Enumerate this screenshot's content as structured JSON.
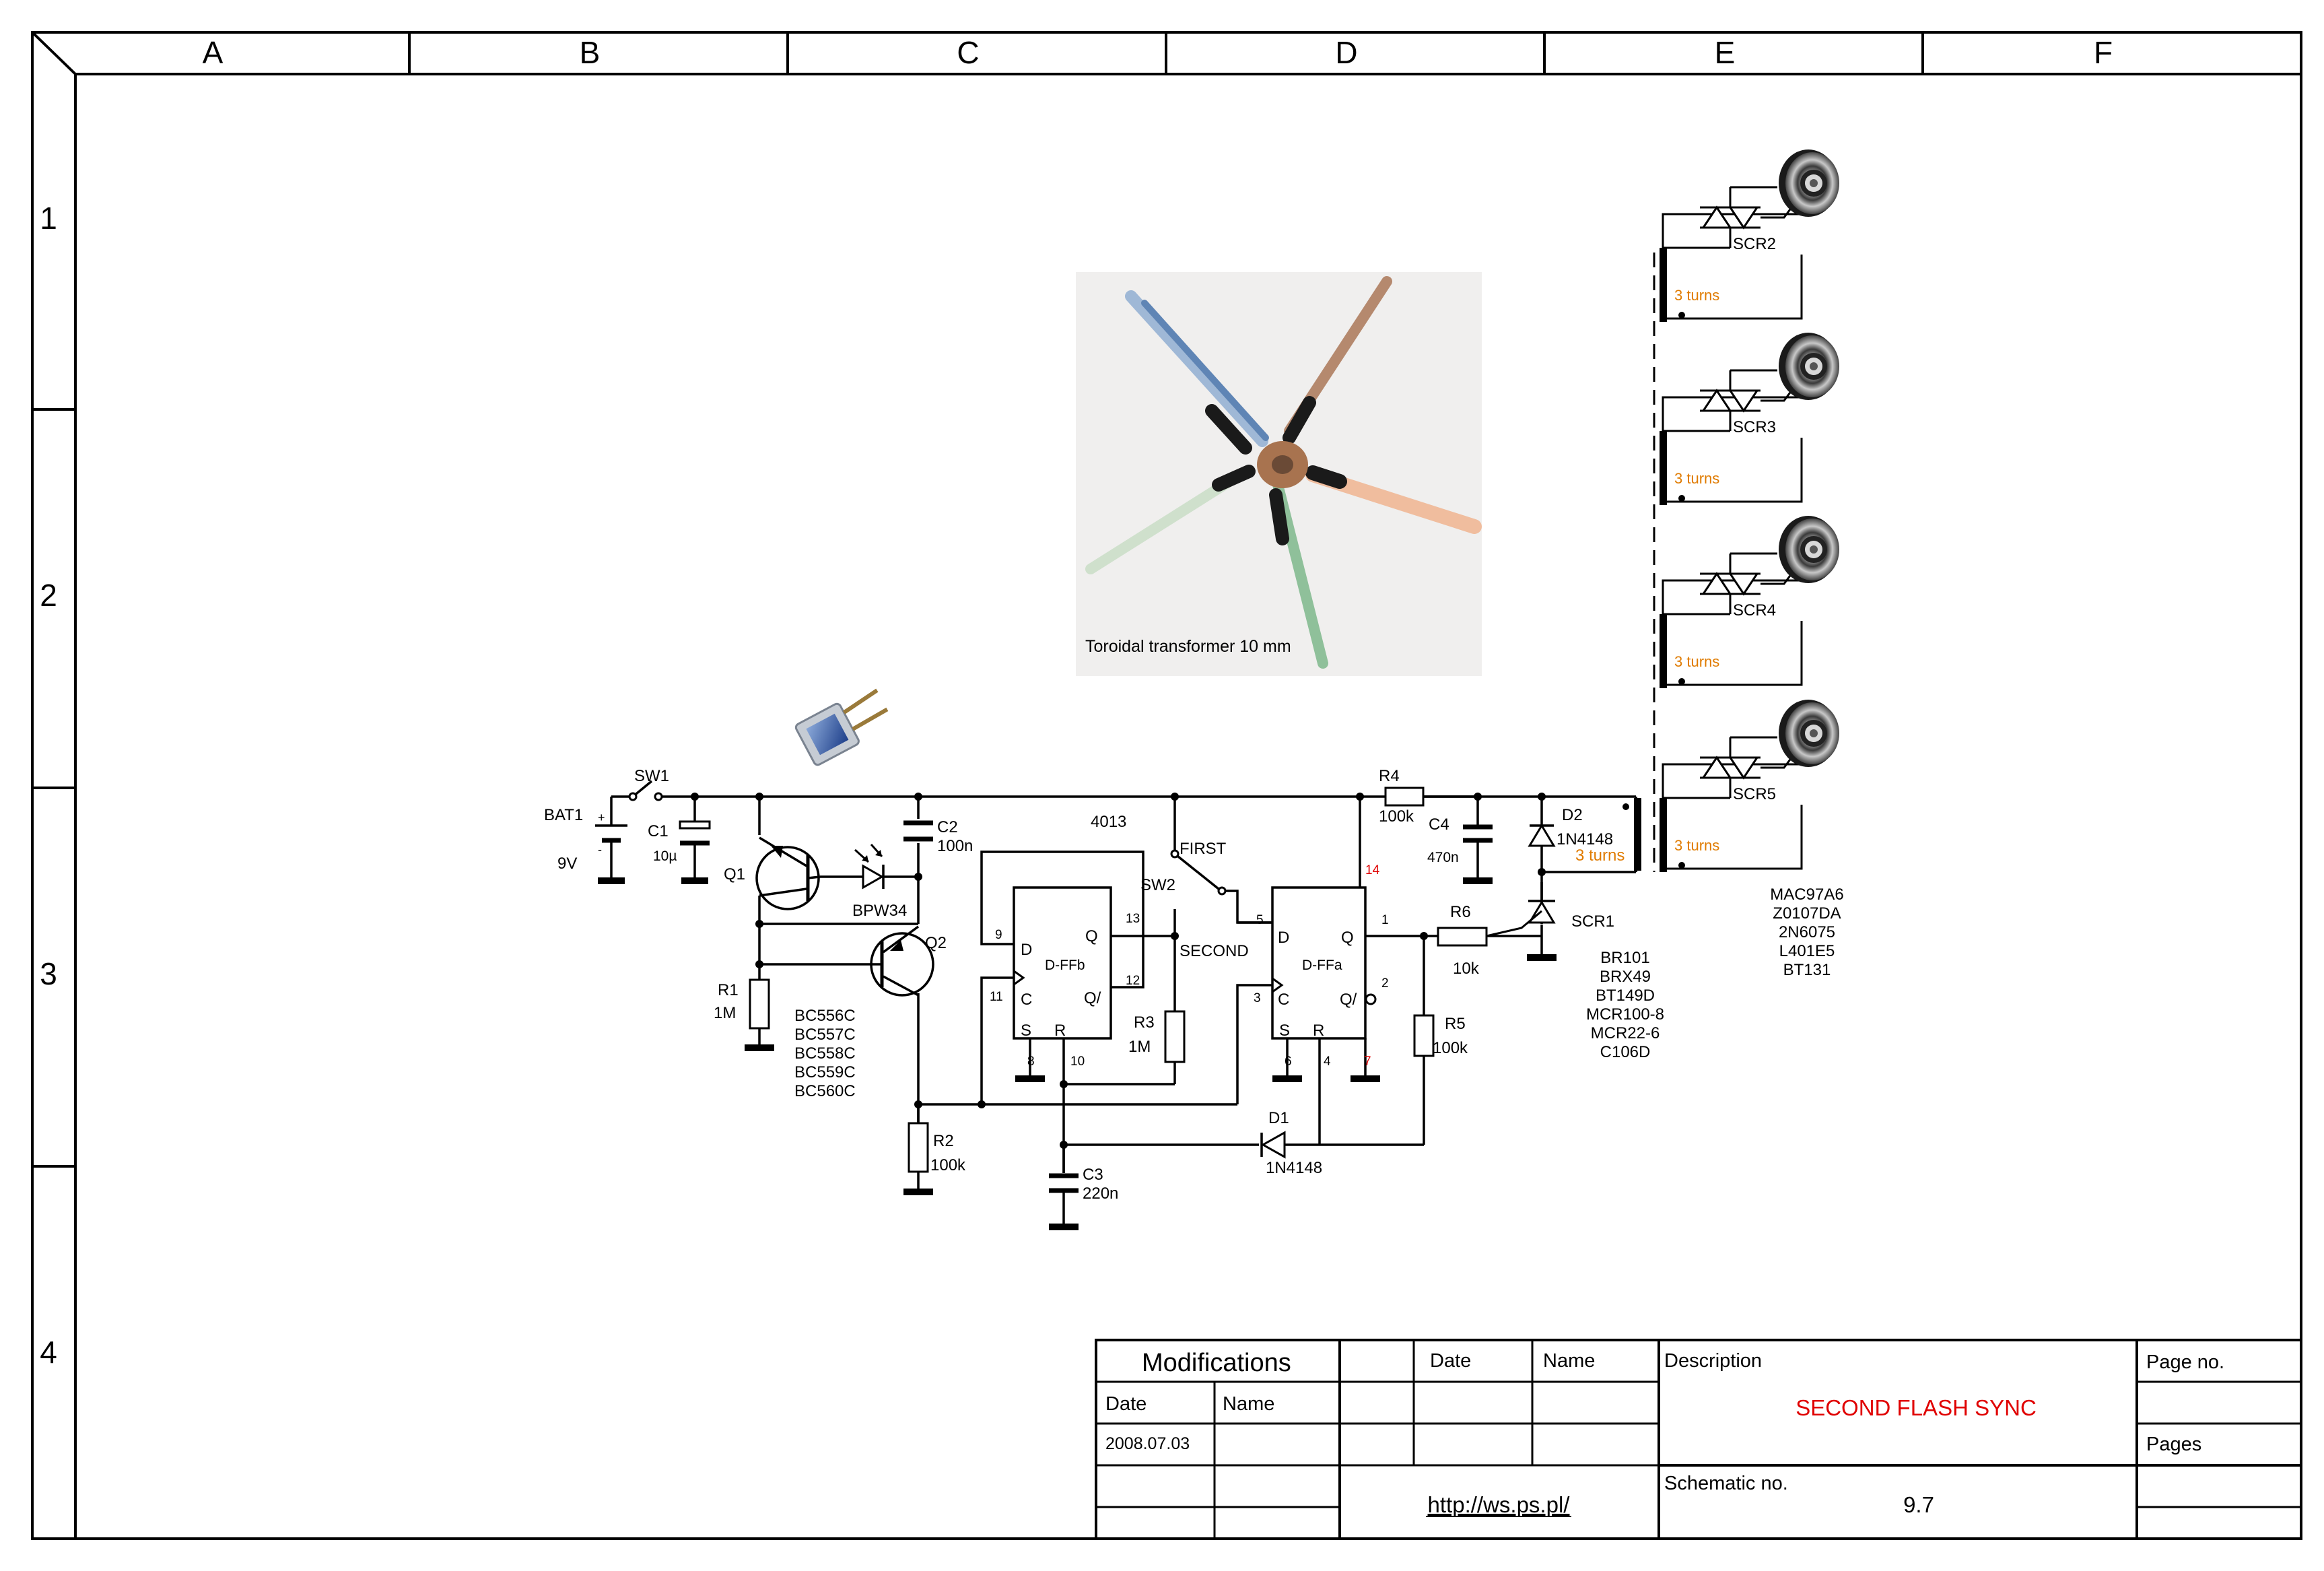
{
  "frame": {
    "columns": [
      "A",
      "B",
      "C",
      "D",
      "E",
      "F"
    ],
    "rows": [
      "1",
      "2",
      "3",
      "4"
    ]
  },
  "photo": {
    "caption": "Toroidal transformer 10 mm",
    "wire_colors": [
      "#6a8fbf",
      "#c98f6a",
      "#d9a07d",
      "#8fc09a",
      "#c7dcc4"
    ]
  },
  "components": {
    "bat1": {
      "ref": "BAT1",
      "value": "9V"
    },
    "sw1": {
      "ref": "SW1"
    },
    "c1": {
      "ref": "C1",
      "value": "10µ"
    },
    "q1": {
      "ref": "Q1"
    },
    "q2": {
      "ref": "Q2"
    },
    "bpw34": {
      "ref": "BPW34"
    },
    "c2": {
      "ref": "C2",
      "value": "100n"
    },
    "r1": {
      "ref": "R1",
      "value": "1M"
    },
    "r2": {
      "ref": "R2",
      "value": "100k"
    },
    "transistor_types": [
      "BC556C",
      "BC557C",
      "BC558C",
      "BC559C",
      "BC560C"
    ],
    "ic_label": "4013",
    "dffb": {
      "name": "D-FFb",
      "pin_d": "D",
      "pin_c": "C",
      "pin_q": "Q",
      "pin_qn": "Q/",
      "pin_s": "S",
      "pin_r": "R",
      "n_d": "9",
      "n_c": "11",
      "n_q": "13",
      "n_qn": "12",
      "n_s": "8",
      "n_r": "10"
    },
    "dffa": {
      "name": "D-FFa",
      "pin_d": "D",
      "pin_c": "C",
      "pin_q": "Q",
      "pin_qn": "Q/",
      "pin_s": "S",
      "pin_r": "R",
      "n_d": "5",
      "n_c": "3",
      "n_q": "1",
      "n_qn": "2",
      "n_s": "6",
      "n_r": "4",
      "n_vdd": "14",
      "n_vss": "7"
    },
    "sw2": {
      "ref": "SW2",
      "first": "FIRST",
      "second": "SECOND"
    },
    "r3": {
      "ref": "R3",
      "value": "1M"
    },
    "c3": {
      "ref": "C3",
      "value": "220n"
    },
    "d1": {
      "ref": "D1",
      "value": "1N4148"
    },
    "r4": {
      "ref": "R4",
      "value": "100k"
    },
    "c4": {
      "ref": "C4",
      "value": "470n"
    },
    "r5": {
      "ref": "R5",
      "value": "100k"
    },
    "r6": {
      "ref": "R6",
      "value": "10k"
    },
    "d2": {
      "ref": "D2",
      "value": "1N4148"
    },
    "scr1": {
      "ref": "SCR1",
      "types": [
        "BR101",
        "BRX49",
        "BT149D",
        "MCR100-8",
        "MCR22-6",
        "C106D"
      ]
    },
    "primary_turns": "3 turns",
    "triacs": [
      {
        "ref": "SCR2",
        "turns": "3 turns"
      },
      {
        "ref": "SCR3",
        "turns": "3 turns"
      },
      {
        "ref": "SCR4",
        "turns": "3 turns"
      },
      {
        "ref": "SCR5",
        "turns": "3 turns"
      }
    ],
    "triac_types": [
      "MAC97A6",
      "Z0107DA",
      "2N6075",
      "L401E5",
      "BT131"
    ]
  },
  "title_block": {
    "modifications": "Modifications",
    "date_label": "Date",
    "name_label": "Name",
    "mod_date": "2008.07.03",
    "date_label2": "Date",
    "name_label2": "Name",
    "description_label": "Description",
    "description": "SECOND FLASH SYNC",
    "description_color": "#e00000",
    "page_no_label": "Page no.",
    "pages_label": "Pages",
    "schematic_no_label": "Schematic no.",
    "schematic_no": "9.7",
    "url": "http://ws.ps.pl/"
  }
}
